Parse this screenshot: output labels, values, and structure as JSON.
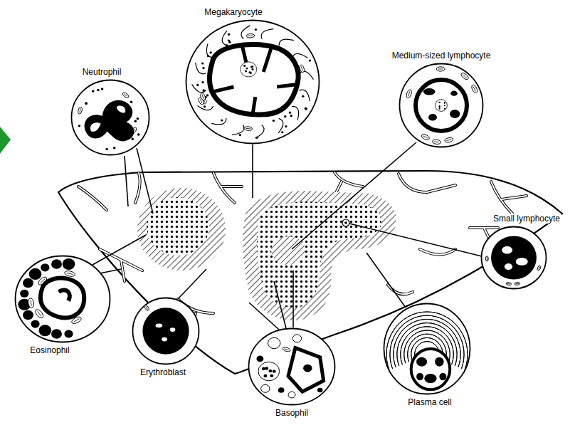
{
  "diagram": {
    "nodes": [
      {
        "text": [
          "Megakaryocyte"
        ]
      },
      {
        "text": [
          "Medium-sized lymphocyte"
        ]
      },
      {
        "text": [
          "Neutrophil"
        ]
      },
      {
        "text": [
          "Small lymphocyte"
        ]
      },
      {
        "text": [
          "Eosinophil"
        ]
      },
      {
        "text": [
          "Erythroblast"
        ]
      },
      {
        "text": [
          "Plasma cell"
        ]
      },
      {
        "text": [
          "Basophil"
        ]
      }
    ]
  }
}
